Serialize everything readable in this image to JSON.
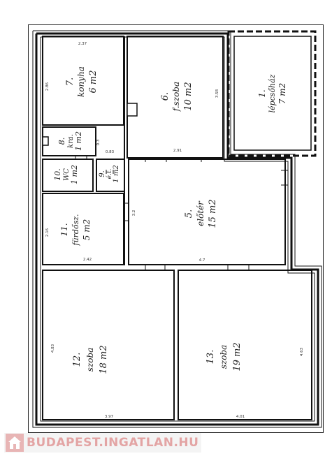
{
  "rooms": [
    {
      "num": "1.",
      "name": "lépcsőház",
      "area": "7 m2"
    },
    {
      "num": "5.",
      "name": "előtér",
      "area": "15 m2"
    },
    {
      "num": "6.",
      "name": "f.szoba",
      "area": "10 m2"
    },
    {
      "num": "7.",
      "name": "konyha",
      "area": "6 m2"
    },
    {
      "num": "8.",
      "name": "kra.",
      "area": "1 m2"
    },
    {
      "num": "9.",
      "name": "é.t.",
      "area": "1 m2"
    },
    {
      "num": "10.",
      "name": "WC",
      "area": "1 m2"
    },
    {
      "num": "11.",
      "name": "fürdősz.",
      "area": "5 m2"
    },
    {
      "num": "12.",
      "name": "szoba",
      "area": "18 m2"
    },
    {
      "num": "13.",
      "name": "szoba",
      "area": "19 m2"
    }
  ],
  "dimensions": {
    "konyha_top": "2.37",
    "konyha_side": "2.86",
    "kra_a": "0.3",
    "kra_b": "0.83",
    "fszoba_bottom": "2.91",
    "fszoba_side": "3.58",
    "eloter_side": "3.2",
    "eloter_bottom": "4.7",
    "furdo_bottom": "2.42",
    "furdo_side": "2.16",
    "szoba12_side": "4.83",
    "szoba12_bottom": "3.97",
    "szoba13_side": "4.63",
    "szoba13_bottom": "4.01"
  },
  "watermark": {
    "text": "BUDAPEST.INGATLAN.HU",
    "icon": "house-icon"
  }
}
